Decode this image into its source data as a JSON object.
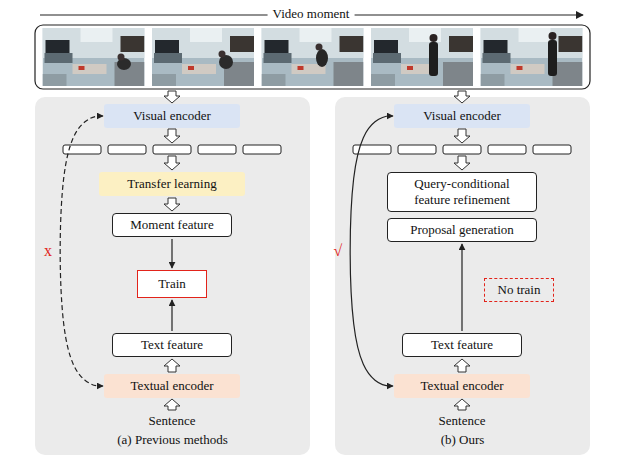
{
  "diagram": {
    "nodes": [
      {
        "text": [
          "(a) Previous methods"
        ]
      },
      {
        "text": [
          "Visual encoder"
        ],
        "in": 0
      },
      {
        "text": [
          "Transfer learning"
        ],
        "in": 0
      },
      {
        "text": [
          "Moment feature"
        ],
        "in": 0
      },
      {
        "text": [
          "Train"
        ],
        "in": 0
      },
      {
        "text": [
          "Text feature"
        ],
        "in": 0
      },
      {
        "text": [
          "Textual encoder"
        ],
        "in": 0
      },
      {
        "text": [
          "(b) Ours"
        ]
      },
      {
        "text": [
          "Visual encoder"
        ],
        "in": 7
      },
      {
        "text": [
          "Query-conditional feature refinement"
        ],
        "in": 7
      },
      {
        "text": [
          "Proposal generation"
        ],
        "in": 7
      },
      {
        "text": [
          "No train"
        ],
        "in": 7
      },
      {
        "text": [
          "Text feature"
        ],
        "in": 7
      },
      {
        "text": [
          "Textual encoder"
        ],
        "in": 7
      }
    ],
    "edges": [
      {
        "from": 2,
        "to": 3,
        "arrow": "to"
      },
      {
        "from": 3,
        "to": 4,
        "arrow": "to"
      },
      {
        "from": 5,
        "to": 4,
        "arrow": "to"
      },
      {
        "from": 6,
        "to": 5,
        "arrow": "to"
      },
      {
        "from": 1,
        "to": 6,
        "arrow": "both",
        "label": "x"
      },
      {
        "from": 12,
        "to": 10,
        "arrow": "to"
      },
      {
        "from": 13,
        "to": 12,
        "arrow": "to"
      },
      {
        "from": 8,
        "to": 13,
        "arrow": "both",
        "label": "√"
      }
    ],
    "labels": [
      "Video moment",
      "Sentence",
      "Sentence"
    ]
  }
}
